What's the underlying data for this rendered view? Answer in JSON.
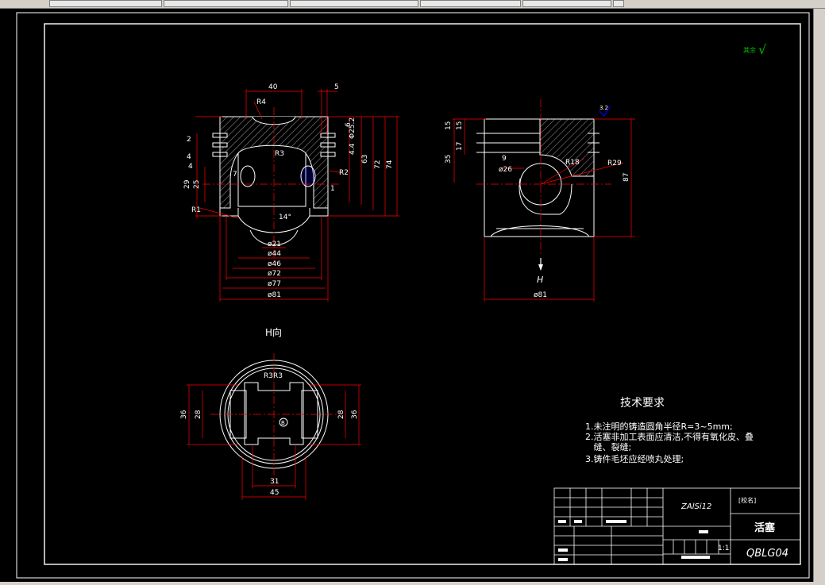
{
  "window": {
    "toolbar_segments": 6
  },
  "colors": {
    "background": "#000000",
    "outline": "#ffffff",
    "dimension": "#ff0000",
    "accent": "#0000ff",
    "mark": "#00c000"
  },
  "mark": {
    "text": "其余",
    "symbol": "√"
  },
  "front_view": {
    "dims": {
      "top_width": "40",
      "groove": "5",
      "r4": "R4",
      "r3": "R3",
      "r2": "R2",
      "r1": "R1",
      "d_left_2": "2",
      "d_left_4": "4",
      "d_left_4b": "4",
      "d_left_25": "25",
      "d_left_29": "29",
      "d_right_6": "6",
      "d_right_44": "4.4",
      "d_right_252": "Φ25.2",
      "d_right_63": "63",
      "d_right_72": "72",
      "d_right_74": "74",
      "d_1": "1",
      "d_7": "7",
      "angle": "14°",
      "phi21": "ø21",
      "phi44": "ø44",
      "phi46": "ø46",
      "phi72": "ø72",
      "phi77": "ø77",
      "phi81": "ø81"
    }
  },
  "side_view": {
    "dims": {
      "d15a": "15",
      "d15b": "15",
      "d17": "17",
      "d35": "35",
      "d9": "9",
      "d26": "ø26",
      "r18": "R18",
      "r29": "R29",
      "d87": "87",
      "roughness": "3.2",
      "view_h": "H",
      "phi81": "ø81"
    }
  },
  "bottom_view": {
    "title": "H向",
    "dims": {
      "r33": "R3R3",
      "d36l": "36",
      "d28l": "28",
      "d28r": "28",
      "d36r": "36",
      "d31": "31",
      "d45": "45",
      "circle_label": "B"
    }
  },
  "requirements": {
    "title": "技术要求",
    "items": [
      "1.未注明的铸造圆角半径R=3~5mm;",
      "2.活塞非加工表面应清洁,不得有氧化皮、叠",
      "   缝、裂缝;",
      "3.铸件毛坯应经喷丸处理;"
    ]
  },
  "title_block": {
    "school": "[校名]",
    "material": "ZAlSi12",
    "part_name": "活塞",
    "scale": "1:1",
    "drawing_no": "QBLG04"
  }
}
